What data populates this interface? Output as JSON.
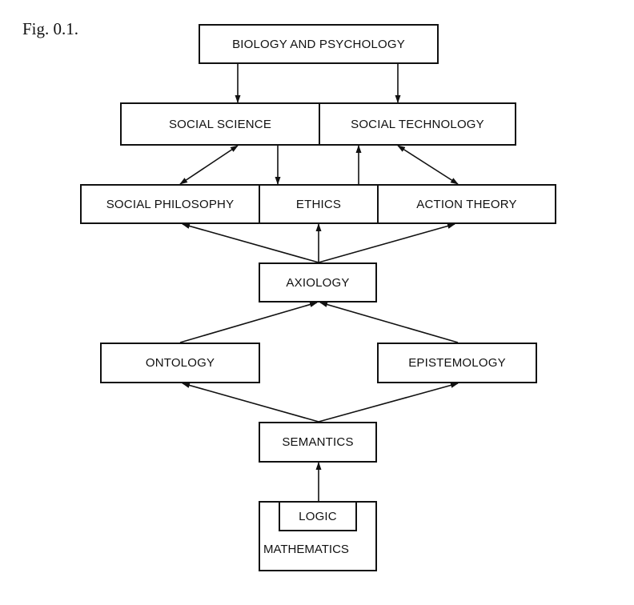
{
  "caption": "Fig. 0.1.",
  "nodes": {
    "biology_psychology": "BIOLOGY AND PSYCHOLOGY",
    "social_science": "SOCIAL SCIENCE",
    "social_technology": "SOCIAL TECHNOLOGY",
    "social_philosophy": "SOCIAL PHILOSOPHY",
    "ethics": "ETHICS",
    "action_theory": "ACTION THEORY",
    "axiology": "AXIOLOGY",
    "ontology": "ONTOLOGY",
    "epistemology": "EPISTEMOLOGY",
    "semantics": "SEMANTICS",
    "logic": "LOGIC",
    "mathematics": "MATHEMATICS"
  }
}
